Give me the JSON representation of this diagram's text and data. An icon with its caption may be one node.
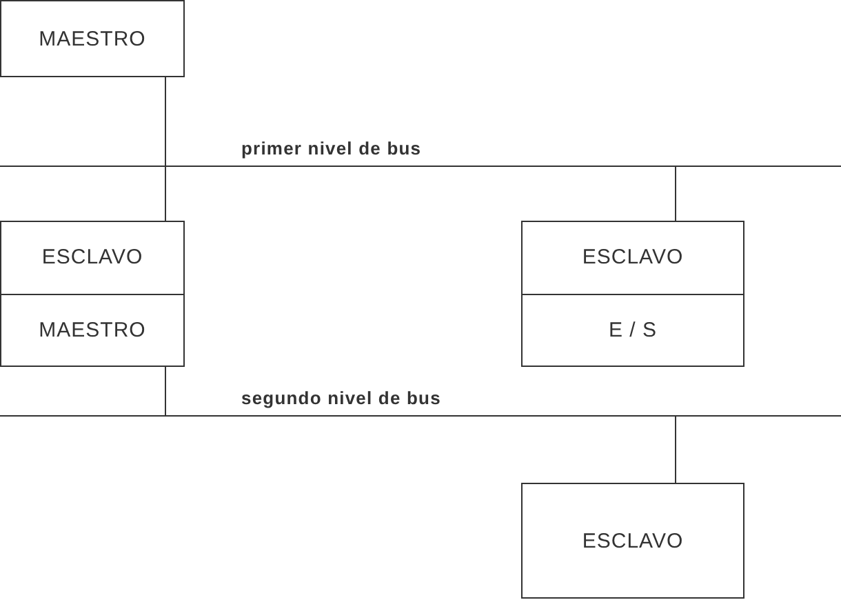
{
  "diagram": {
    "nodes": [
      {
        "text": [
          "MAESTRO"
        ]
      },
      {
        "text": [
          "primer nivel de bus"
        ]
      },
      {
        "text": [
          "ESCLAVO",
          "MAESTRO"
        ]
      },
      {
        "text": [
          "ESCLAVO",
          "E / S"
        ]
      },
      {
        "text": [
          "segundo nivel de bus"
        ]
      },
      {
        "text": [
          "ESCLAVO"
        ]
      }
    ],
    "edges": [
      {
        "from": 0,
        "to": 1,
        "arrow": "none"
      },
      {
        "from": 1,
        "to": 2,
        "arrow": "none"
      },
      {
        "from": 1,
        "to": 3,
        "arrow": "none"
      },
      {
        "from": 2,
        "to": 4,
        "arrow": "none"
      },
      {
        "from": 4,
        "to": 5,
        "arrow": "none"
      }
    ]
  }
}
